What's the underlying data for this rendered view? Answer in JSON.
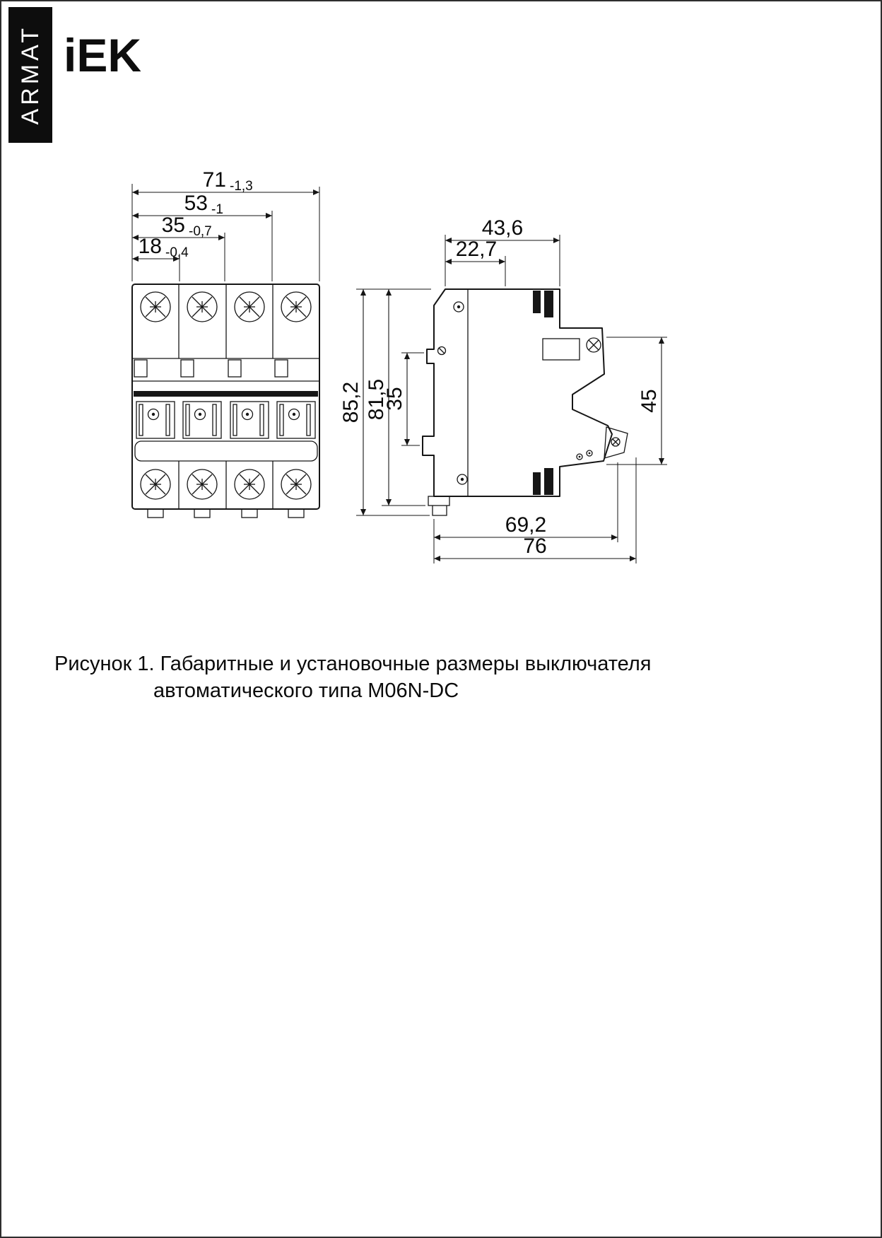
{
  "header": {
    "brand": "ARMAT",
    "logo": "iEK"
  },
  "caption": {
    "line1": "Рисунок 1. Габаритные и установочные размеры выключателя",
    "line2": "автоматического типа M06N-DC"
  },
  "front_view": {
    "dim_71": "71",
    "dim_71_tol": "-1,3",
    "dim_53": "53",
    "dim_53_tol": "-1",
    "dim_35": "35",
    "dim_35_tol": "-0,7",
    "dim_18": "18",
    "dim_18_tol": "-0,4"
  },
  "side_view": {
    "dim_top_outer": "43,6",
    "dim_top_inner": "22,7",
    "dim_height_total": "85,2",
    "dim_height_body": "81,5",
    "dim_rail": "35",
    "dim_depth": "45",
    "dim_bottom_inner": "69,2",
    "dim_bottom_outer": "76"
  }
}
